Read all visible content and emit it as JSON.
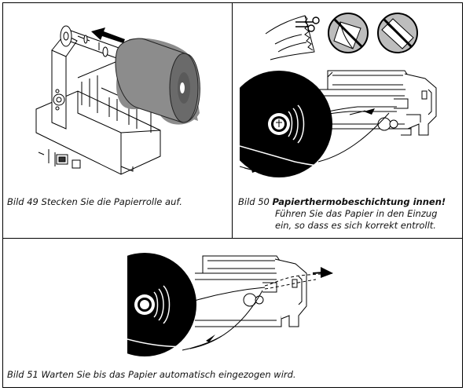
{
  "figures": [
    {
      "number": "Bild 49",
      "caption": "Stecken Sie die Papierrolle auf."
    },
    {
      "number": "Bild 50",
      "title": "Papierthermobeschichtung innen!",
      "caption_lines": [
        "Führen Sie das Papier in den Einzug",
        "ein, so dass es sich korrekt entrollt."
      ]
    },
    {
      "number": "Bild 51",
      "caption": "Warten Sie bis das Papier automatisch eingezogen wird."
    }
  ],
  "colors": {
    "ink": "#000000",
    "roll_body": "#8c8c8c",
    "roll_end": "#6a6a6a",
    "paper": "#ffffff"
  },
  "icons": [
    "paper-roll-mount-illustration",
    "scissors-cut-icon",
    "crossed-out-torn-paper-icon",
    "crossed-out-angled-paper-icon",
    "paper-feed-illustration",
    "automatic-feed-illustration"
  ]
}
